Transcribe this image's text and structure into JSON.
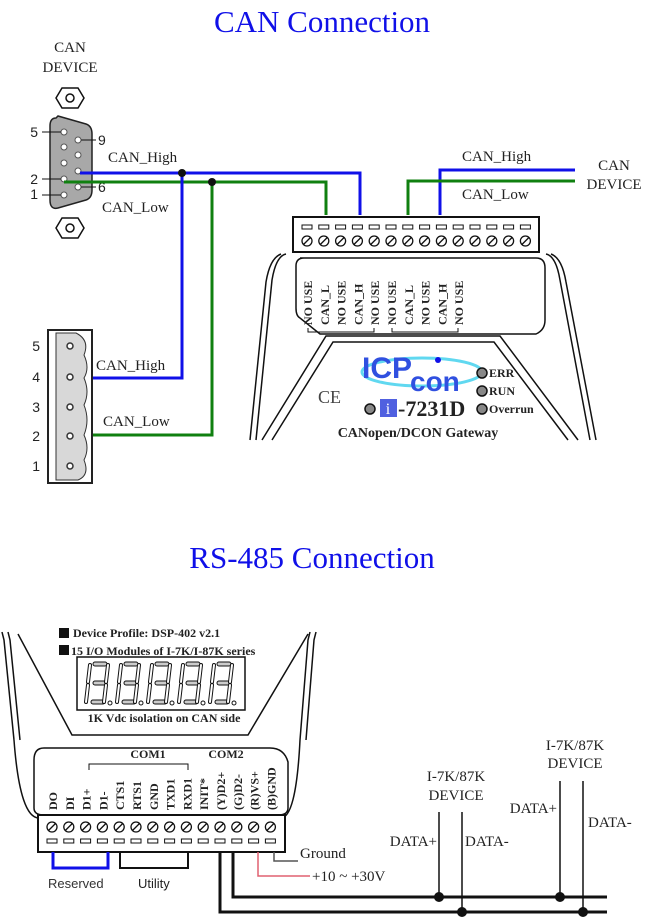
{
  "can_section": {
    "title": "CAN Connection",
    "left_device_label_line1": "CAN",
    "left_device_label_line2": "DEVICE",
    "right_device_label_line1": "CAN",
    "right_device_label_line2": "DEVICE",
    "db9_pins": [
      "5",
      "9",
      "2",
      "1",
      "6"
    ],
    "terminal_block_pins": [
      "5",
      "4",
      "3",
      "2",
      "1"
    ],
    "wire_labels": {
      "db9_high": "CAN_High",
      "db9_low": "CAN_Low",
      "tb_high": "CAN_High",
      "tb_low": "CAN_Low",
      "right_high": "CAN_High",
      "right_low": "CAN_Low"
    },
    "top_pin_labels": [
      "NO USE",
      "CAN_L",
      "NO USE",
      "CAN_H",
      "NO USE",
      "NO USE",
      "CAN_L",
      "NO USE",
      "CAN_H",
      "NO USE"
    ],
    "logo_part1": "ICP",
    "logo_part2": "con",
    "leds": [
      "ERR",
      "RUN",
      "Overrun"
    ],
    "ce_mark": "CE",
    "model_prefix": "i",
    "model": "-7231D",
    "product_name": "CANopen/DCON Gateway",
    "colors": {
      "can_high": "#1010e8",
      "can_low": "#108010",
      "title": "#1010e8"
    }
  },
  "rs485_section": {
    "title": "RS-485 Connection",
    "features": [
      "Device Profile: DSP-402 v2.1",
      "15 I/O Modules of I-7K/I-87K series"
    ],
    "seven_segment_digits": 5,
    "isolation_note": "1K Vdc isolation on CAN side",
    "com1_label": "COM1",
    "com2_label": "COM2",
    "bottom_pin_labels": [
      "DO",
      "DI",
      "D1+",
      "D1-",
      "CTS1",
      "RTS1",
      "GND",
      "TXD1",
      "RXD1",
      "INIT*",
      "(Y)D2+",
      "(G)D2-",
      "(R)VS+",
      "(B)GND"
    ],
    "reserved_label": "Reserved",
    "utility_label": "Utility",
    "ground_label": "Ground",
    "power_label": "+10 ~ +30V",
    "devices": [
      {
        "line1": "I-7K/87K",
        "line2": "DEVICE",
        "data_plus": "DATA+",
        "data_minus": "DATA-"
      },
      {
        "line1": "I-7K/87K",
        "line2": "DEVICE",
        "data_plus": "DATA+",
        "data_minus": "DATA-"
      }
    ],
    "colors": {
      "reserved": "#1010e8",
      "power": "#e06070",
      "ground": "#555555"
    }
  }
}
